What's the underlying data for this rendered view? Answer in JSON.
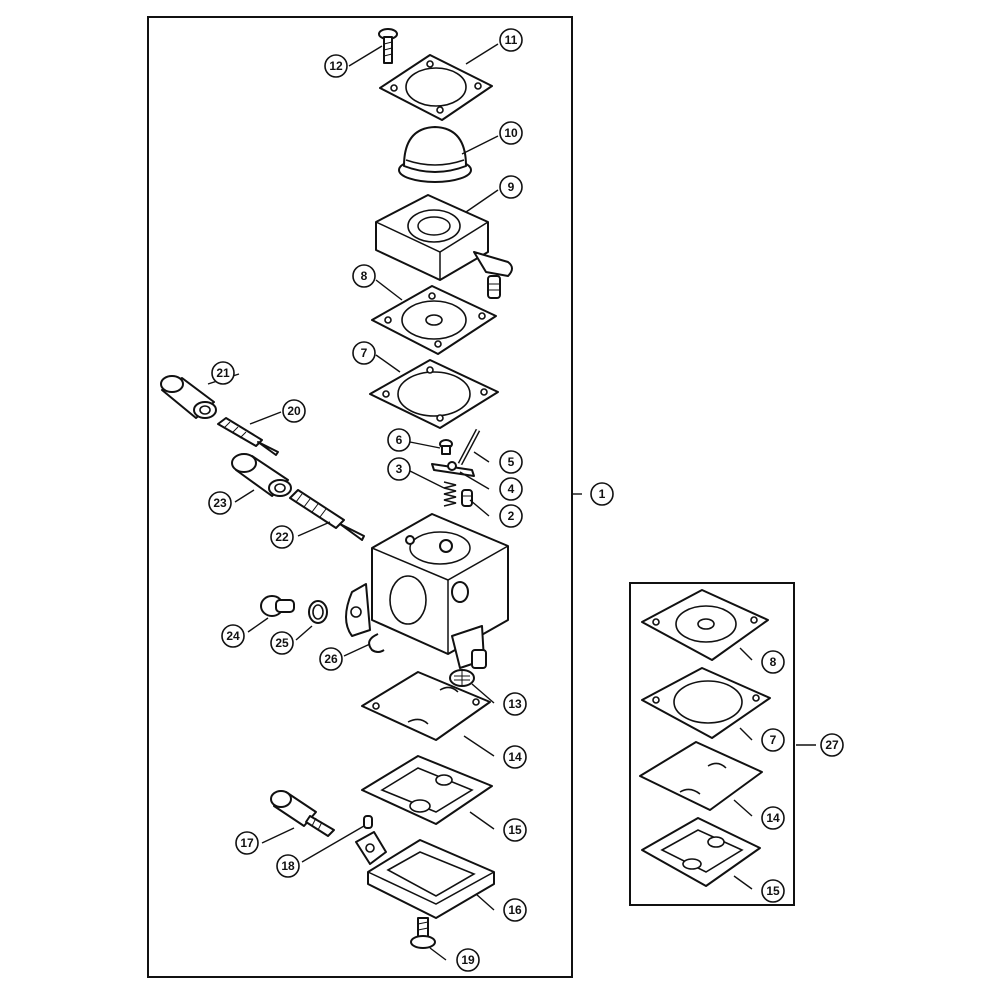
{
  "diagram": {
    "type": "exploded parts diagram",
    "callouts": {
      "c1": "1",
      "c2": "2",
      "c3": "3",
      "c4": "4",
      "c5": "5",
      "c6": "6",
      "c7": "7",
      "c8": "8",
      "c9": "9",
      "c10": "10",
      "c11": "11",
      "c12": "12",
      "c13": "13",
      "c14": "14",
      "c15": "15",
      "c16": "16",
      "c17": "17",
      "c18": "18",
      "c19": "19",
      "c20": "20",
      "c21": "21",
      "c22": "22",
      "c23": "23",
      "c24": "24",
      "c25": "25",
      "c26": "26",
      "c27": "27",
      "k8": "8",
      "k7": "7",
      "k14": "14",
      "k15": "15"
    }
  }
}
